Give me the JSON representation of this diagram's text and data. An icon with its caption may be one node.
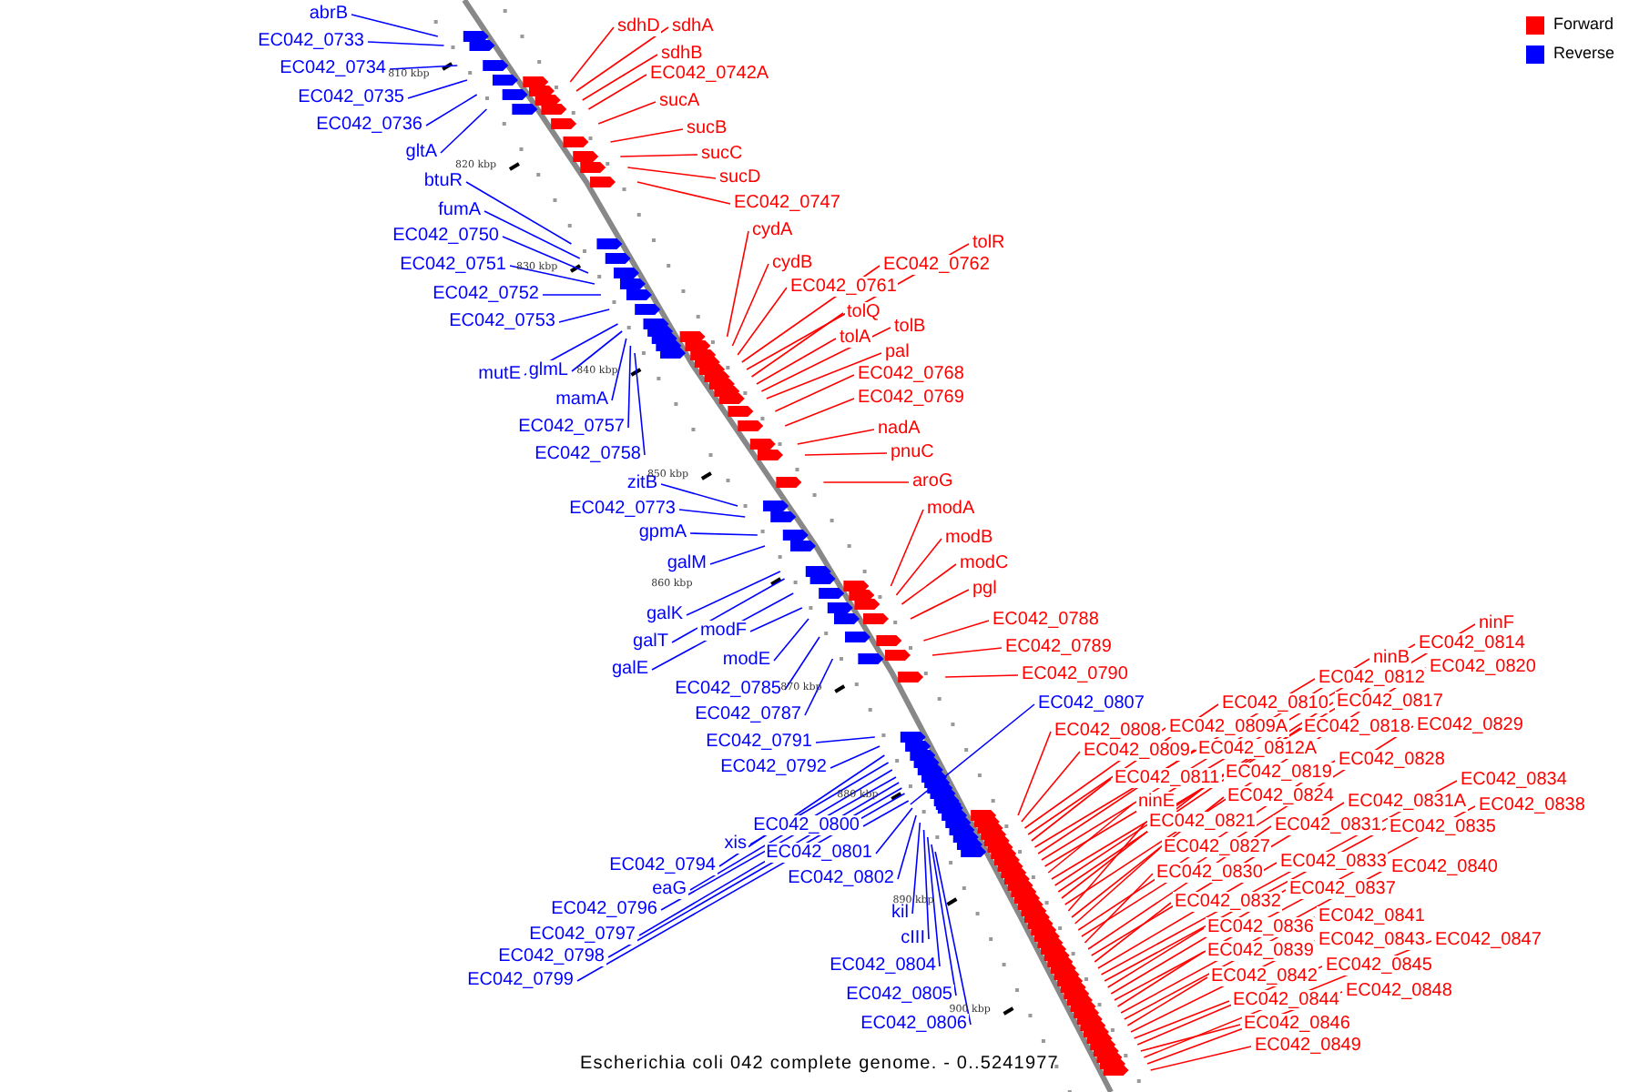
{
  "diagram": {
    "caption": "Escherichia coli 042 complete genome. - 0..5241977",
    "nodes": [
      {
        "text": [
          "abrB"
        ]
      },
      {
        "text": [
          "EC042_0733"
        ]
      },
      {
        "text": [
          "EC042_0734"
        ]
      },
      {
        "text": [
          "EC042_0735"
        ]
      },
      {
        "text": [
          "EC042_0736"
        ]
      },
      {
        "text": [
          "gltA"
        ]
      },
      {
        "text": [
          "btuR"
        ]
      },
      {
        "text": [
          "fumA"
        ]
      },
      {
        "text": [
          "EC042_0750"
        ]
      },
      {
        "text": [
          "EC042_0751"
        ]
      },
      {
        "text": [
          "EC042_0752"
        ]
      },
      {
        "text": [
          "EC042_0753"
        ]
      },
      {
        "text": [
          "mutE"
        ]
      },
      {
        "text": [
          "glmL"
        ]
      },
      {
        "text": [
          "mamA"
        ]
      },
      {
        "text": [
          "EC042_0757"
        ]
      },
      {
        "text": [
          "EC042_0758"
        ]
      },
      {
        "text": [
          "zitB"
        ]
      },
      {
        "text": [
          "EC042_0773"
        ]
      },
      {
        "text": [
          "gpmA"
        ]
      },
      {
        "text": [
          "galM"
        ]
      },
      {
        "text": [
          "galK"
        ]
      },
      {
        "text": [
          "galT"
        ]
      },
      {
        "text": [
          "galE"
        ]
      },
      {
        "text": [
          "modF"
        ]
      },
      {
        "text": [
          "modE"
        ]
      },
      {
        "text": [
          "EC042_0785"
        ]
      },
      {
        "text": [
          "EC042_0787"
        ]
      },
      {
        "text": [
          "EC042_0791"
        ]
      },
      {
        "text": [
          "EC042_0792"
        ]
      },
      {
        "text": [
          "EC042_0800"
        ]
      },
      {
        "text": [
          "xis"
        ]
      },
      {
        "text": [
          "EC042_0801"
        ]
      },
      {
        "text": [
          "EC042_0794"
        ]
      },
      {
        "text": [
          "eaG"
        ]
      },
      {
        "text": [
          "EC042_0802"
        ]
      },
      {
        "text": [
          "EC042_0796"
        ]
      },
      {
        "text": [
          "EC042_0797"
        ]
      },
      {
        "text": [
          "EC042_0798"
        ]
      },
      {
        "text": [
          "EC042_0799"
        ]
      },
      {
        "text": [
          "kil"
        ]
      },
      {
        "text": [
          "cIII"
        ]
      },
      {
        "text": [
          "EC042_0804"
        ]
      },
      {
        "text": [
          "EC042_0805"
        ]
      },
      {
        "text": [
          "EC042_0806"
        ]
      },
      {
        "text": [
          "EC042_0807"
        ]
      },
      {
        "text": [
          "sdhD"
        ]
      },
      {
        "text": [
          "sdhA"
        ]
      },
      {
        "text": [
          "sdhB"
        ]
      },
      {
        "text": [
          "EC042_0742A"
        ]
      },
      {
        "text": [
          "sucA"
        ]
      },
      {
        "text": [
          "sucB"
        ]
      },
      {
        "text": [
          "sucC"
        ]
      },
      {
        "text": [
          "sucD"
        ]
      },
      {
        "text": [
          "EC042_0747"
        ]
      },
      {
        "text": [
          "cydA"
        ]
      },
      {
        "text": [
          "cydB"
        ]
      },
      {
        "text": [
          "EC042_0761"
        ]
      },
      {
        "text": [
          "EC042_0762"
        ]
      },
      {
        "text": [
          "tolR"
        ]
      },
      {
        "text": [
          "tolQ"
        ]
      },
      {
        "text": [
          "tolB"
        ]
      },
      {
        "text": [
          "tolA"
        ]
      },
      {
        "text": [
          "pal"
        ]
      },
      {
        "text": [
          "EC042_0768"
        ]
      },
      {
        "text": [
          "EC042_0769"
        ]
      },
      {
        "text": [
          "nadA"
        ]
      },
      {
        "text": [
          "pnuC"
        ]
      },
      {
        "text": [
          "aroG"
        ]
      },
      {
        "text": [
          "modA"
        ]
      },
      {
        "text": [
          "modB"
        ]
      },
      {
        "text": [
          "modC"
        ]
      },
      {
        "text": [
          "pgl"
        ]
      },
      {
        "text": [
          "EC042_0788"
        ]
      },
      {
        "text": [
          "EC042_0789"
        ]
      },
      {
        "text": [
          "EC042_0790"
        ]
      },
      {
        "text": [
          "ninF"
        ]
      },
      {
        "text": [
          "EC042_0814"
        ]
      },
      {
        "text": [
          "ninB"
        ]
      },
      {
        "text": [
          "EC042_0820"
        ]
      },
      {
        "text": [
          "EC042_0812"
        ]
      },
      {
        "text": [
          "EC042_0810"
        ]
      },
      {
        "text": [
          "EC042_0817"
        ]
      },
      {
        "text": [
          "EC042_0829"
        ]
      },
      {
        "text": [
          "EC042_0808"
        ]
      },
      {
        "text": [
          "EC042_0809A"
        ]
      },
      {
        "text": [
          "EC042_0818"
        ]
      },
      {
        "text": [
          "EC042_0809"
        ]
      },
      {
        "text": [
          "EC042_0812A"
        ]
      },
      {
        "text": [
          "EC042_0828"
        ]
      },
      {
        "text": [
          "EC042_0819"
        ]
      },
      {
        "text": [
          "EC042_0811"
        ]
      },
      {
        "text": [
          "EC042_0834"
        ]
      },
      {
        "text": [
          "EC042_0824"
        ]
      },
      {
        "text": [
          "ninE"
        ]
      },
      {
        "text": [
          "EC042_0831A"
        ]
      },
      {
        "text": [
          "EC042_0838"
        ]
      },
      {
        "text": [
          "EC042_0821"
        ]
      },
      {
        "text": [
          "EC042_0831"
        ]
      },
      {
        "text": [
          "EC042_0835"
        ]
      },
      {
        "text": [
          "EC042_0827"
        ]
      },
      {
        "text": [
          "EC042_0833"
        ]
      },
      {
        "text": [
          "EC042_0840"
        ]
      },
      {
        "text": [
          "EC042_0830"
        ]
      },
      {
        "text": [
          "EC042_0837"
        ]
      },
      {
        "text": [
          "EC042_0832"
        ]
      },
      {
        "text": [
          "EC042_0841"
        ]
      },
      {
        "text": [
          "EC042_0836"
        ]
      },
      {
        "text": [
          "EC042_0843"
        ]
      },
      {
        "text": [
          "EC042_0847"
        ]
      },
      {
        "text": [
          "EC042_0839"
        ]
      },
      {
        "text": [
          "EC042_0845"
        ]
      },
      {
        "text": [
          "EC042_0842"
        ]
      },
      {
        "text": [
          "EC042_0848"
        ]
      },
      {
        "text": [
          "EC042_0844"
        ]
      },
      {
        "text": [
          "EC042_0846"
        ]
      },
      {
        "text": [
          "EC042_0849"
        ]
      }
    ],
    "edges": [
      {
        "from": 0,
        "to": null,
        "arrow": "none",
        "color": "#0000ff"
      },
      {
        "from": 1,
        "to": null,
        "arrow": "none",
        "color": "#0000ff"
      },
      {
        "from": 2,
        "to": null,
        "arrow": "none",
        "color": "#0000ff"
      },
      {
        "from": 3,
        "to": null,
        "arrow": "none",
        "color": "#0000ff"
      },
      {
        "from": 4,
        "to": null,
        "arrow": "none",
        "color": "#0000ff"
      },
      {
        "from": 5,
        "to": null,
        "arrow": "none",
        "color": "#0000ff"
      },
      {
        "from": 6,
        "to": null,
        "arrow": "none",
        "color": "#0000ff"
      },
      {
        "from": 7,
        "to": null,
        "arrow": "none",
        "color": "#0000ff"
      },
      {
        "from": 8,
        "to": null,
        "arrow": "none",
        "color": "#0000ff"
      },
      {
        "from": 9,
        "to": null,
        "arrow": "none",
        "color": "#0000ff"
      },
      {
        "from": 10,
        "to": null,
        "arrow": "none",
        "color": "#0000ff"
      },
      {
        "from": 11,
        "to": null,
        "arrow": "none",
        "color": "#0000ff"
      },
      {
        "from": 12,
        "to": null,
        "arrow": "none",
        "color": "#0000ff"
      },
      {
        "from": 13,
        "to": null,
        "arrow": "none",
        "color": "#0000ff"
      },
      {
        "from": 14,
        "to": null,
        "arrow": "none",
        "color": "#0000ff"
      },
      {
        "from": 15,
        "to": null,
        "arrow": "none",
        "color": "#0000ff"
      },
      {
        "from": 16,
        "to": null,
        "arrow": "none",
        "color": "#0000ff"
      },
      {
        "from": 17,
        "to": null,
        "arrow": "none",
        "color": "#0000ff"
      },
      {
        "from": 18,
        "to": null,
        "arrow": "none",
        "color": "#0000ff"
      },
      {
        "from": 19,
        "to": null,
        "arrow": "none",
        "color": "#0000ff"
      },
      {
        "from": 20,
        "to": null,
        "arrow": "none",
        "color": "#0000ff"
      },
      {
        "from": 21,
        "to": null,
        "arrow": "none",
        "color": "#0000ff"
      },
      {
        "from": 22,
        "to": null,
        "arrow": "none",
        "color": "#0000ff"
      },
      {
        "from": 23,
        "to": null,
        "arrow": "none",
        "color": "#0000ff"
      },
      {
        "from": 24,
        "to": null,
        "arrow": "none",
        "color": "#0000ff"
      },
      {
        "from": 25,
        "to": null,
        "arrow": "none",
        "color": "#0000ff"
      },
      {
        "from": 26,
        "to": null,
        "arrow": "none",
        "color": "#0000ff"
      },
      {
        "from": 27,
        "to": null,
        "arrow": "none",
        "color": "#0000ff"
      },
      {
        "from": 28,
        "to": null,
        "arrow": "none",
        "color": "#0000ff"
      },
      {
        "from": 29,
        "to": null,
        "arrow": "none",
        "color": "#0000ff"
      },
      {
        "from": 30,
        "to": null,
        "arrow": "none",
        "color": "#0000ff"
      },
      {
        "from": 31,
        "to": null,
        "arrow": "none",
        "color": "#0000ff"
      },
      {
        "from": 32,
        "to": null,
        "arrow": "none",
        "color": "#0000ff"
      },
      {
        "from": 33,
        "to": null,
        "arrow": "none",
        "color": "#0000ff"
      },
      {
        "from": 34,
        "to": null,
        "arrow": "none",
        "color": "#0000ff"
      },
      {
        "from": 35,
        "to": null,
        "arrow": "none",
        "color": "#0000ff"
      },
      {
        "from": 36,
        "to": null,
        "arrow": "none",
        "color": "#0000ff"
      },
      {
        "from": 37,
        "to": null,
        "arrow": "none",
        "color": "#0000ff"
      },
      {
        "from": 38,
        "to": null,
        "arrow": "none",
        "color": "#0000ff"
      },
      {
        "from": 39,
        "to": null,
        "arrow": "none",
        "color": "#0000ff"
      },
      {
        "from": 40,
        "to": null,
        "arrow": "none",
        "color": "#0000ff"
      },
      {
        "from": 41,
        "to": null,
        "arrow": "none",
        "color": "#0000ff"
      },
      {
        "from": 42,
        "to": null,
        "arrow": "none",
        "color": "#0000ff"
      },
      {
        "from": 43,
        "to": null,
        "arrow": "none",
        "color": "#0000ff"
      },
      {
        "from": 44,
        "to": null,
        "arrow": "none",
        "color": "#0000ff"
      },
      {
        "from": 45,
        "to": null,
        "arrow": "none",
        "color": "#0000ff"
      },
      {
        "from": 46,
        "to": null,
        "arrow": "none"
      },
      {
        "from": 47,
        "to": null,
        "arrow": "none"
      },
      {
        "from": 48,
        "to": null,
        "arrow": "none"
      },
      {
        "from": 49,
        "to": null,
        "arrow": "none"
      },
      {
        "from": 50,
        "to": null,
        "arrow": "none"
      },
      {
        "from": 51,
        "to": null,
        "arrow": "none"
      },
      {
        "from": 52,
        "to": null,
        "arrow": "none"
      },
      {
        "from": 53,
        "to": null,
        "arrow": "none"
      },
      {
        "from": 54,
        "to": null,
        "arrow": "none"
      },
      {
        "from": 55,
        "to": null,
        "arrow": "none"
      },
      {
        "from": 56,
        "to": null,
        "arrow": "none"
      },
      {
        "from": 57,
        "to": null,
        "arrow": "none"
      },
      {
        "from": 58,
        "to": null,
        "arrow": "none"
      },
      {
        "from": 59,
        "to": null,
        "arrow": "none"
      },
      {
        "from": 60,
        "to": null,
        "arrow": "none"
      },
      {
        "from": 61,
        "to": null,
        "arrow": "none"
      },
      {
        "from": 62,
        "to": null,
        "arrow": "none"
      },
      {
        "from": 63,
        "to": null,
        "arrow": "none"
      },
      {
        "from": 64,
        "to": null,
        "arrow": "none"
      },
      {
        "from": 65,
        "to": null,
        "arrow": "none"
      },
      {
        "from": 66,
        "to": null,
        "arrow": "none"
      },
      {
        "from": 67,
        "to": null,
        "arrow": "none"
      },
      {
        "from": 68,
        "to": null,
        "arrow": "none"
      },
      {
        "from": 69,
        "to": null,
        "arrow": "none"
      },
      {
        "from": 70,
        "to": null,
        "arrow": "none"
      },
      {
        "from": 71,
        "to": null,
        "arrow": "none"
      },
      {
        "from": 72,
        "to": null,
        "arrow": "none"
      },
      {
        "from": 73,
        "to": null,
        "arrow": "none"
      },
      {
        "from": 74,
        "to": null,
        "arrow": "none"
      },
      {
        "from": 75,
        "to": null,
        "arrow": "none"
      },
      {
        "from": 76,
        "to": null,
        "arrow": "none"
      },
      {
        "from": 77,
        "to": null,
        "arrow": "none"
      },
      {
        "from": 78,
        "to": null,
        "arrow": "none"
      },
      {
        "from": 79,
        "to": null,
        "arrow": "none"
      },
      {
        "from": 80,
        "to": null,
        "arrow": "none"
      },
      {
        "from": 81,
        "to": null,
        "arrow": "none"
      },
      {
        "from": 82,
        "to": null,
        "arrow": "none"
      },
      {
        "from": 83,
        "to": null,
        "arrow": "none"
      },
      {
        "from": 84,
        "to": null,
        "arrow": "none"
      },
      {
        "from": 85,
        "to": null,
        "arrow": "none"
      },
      {
        "from": 86,
        "to": null,
        "arrow": "none"
      },
      {
        "from": 87,
        "to": null,
        "arrow": "none"
      },
      {
        "from": 88,
        "to": null,
        "arrow": "none"
      },
      {
        "from": 89,
        "to": null,
        "arrow": "none"
      },
      {
        "from": 90,
        "to": null,
        "arrow": "none"
      },
      {
        "from": 91,
        "to": null,
        "arrow": "none"
      },
      {
        "from": 92,
        "to": null,
        "arrow": "none"
      },
      {
        "from": 93,
        "to": null,
        "arrow": "none"
      },
      {
        "from": 94,
        "to": null,
        "arrow": "none"
      },
      {
        "from": 95,
        "to": null,
        "arrow": "none"
      },
      {
        "from": 96,
        "to": null,
        "arrow": "none"
      },
      {
        "from": 97,
        "to": null,
        "arrow": "none"
      },
      {
        "from": 98,
        "to": null,
        "arrow": "none"
      },
      {
        "from": 99,
        "to": null,
        "arrow": "none"
      },
      {
        "from": 100,
        "to": null,
        "arrow": "none"
      },
      {
        "from": 101,
        "to": null,
        "arrow": "none"
      },
      {
        "from": 102,
        "to": null,
        "arrow": "none"
      },
      {
        "from": 103,
        "to": null,
        "arrow": "none"
      },
      {
        "from": 104,
        "to": null,
        "arrow": "none"
      },
      {
        "from": 105,
        "to": null,
        "arrow": "none"
      },
      {
        "from": 106,
        "to": null,
        "arrow": "none"
      },
      {
        "from": 107,
        "to": null,
        "arrow": "none"
      },
      {
        "from": 108,
        "to": null,
        "arrow": "none"
      },
      {
        "from": 109,
        "to": null,
        "arrow": "none"
      },
      {
        "from": 110,
        "to": null,
        "arrow": "none"
      },
      {
        "from": 111,
        "to": null,
        "arrow": "none"
      },
      {
        "from": 112,
        "to": null,
        "arrow": "none"
      },
      {
        "from": 113,
        "to": null,
        "arrow": "none"
      },
      {
        "from": 114,
        "to": null,
        "arrow": "none"
      },
      {
        "from": 115,
        "to": null,
        "arrow": "none"
      },
      {
        "from": 116,
        "to": null,
        "arrow": "none"
      }
    ],
    "labels": [
      "810 kbp",
      "820 kbp",
      "830 kbp",
      "840 kbp",
      "850 kbp",
      "860 kbp",
      "870 kbp",
      "880 kbp",
      "890 kbp",
      "900 kbp"
    ],
    "legend": [
      {
        "text": "Forward",
        "color": "#ff0000"
      },
      {
        "text": "Reverse",
        "color": "#0000ff"
      }
    ]
  }
}
